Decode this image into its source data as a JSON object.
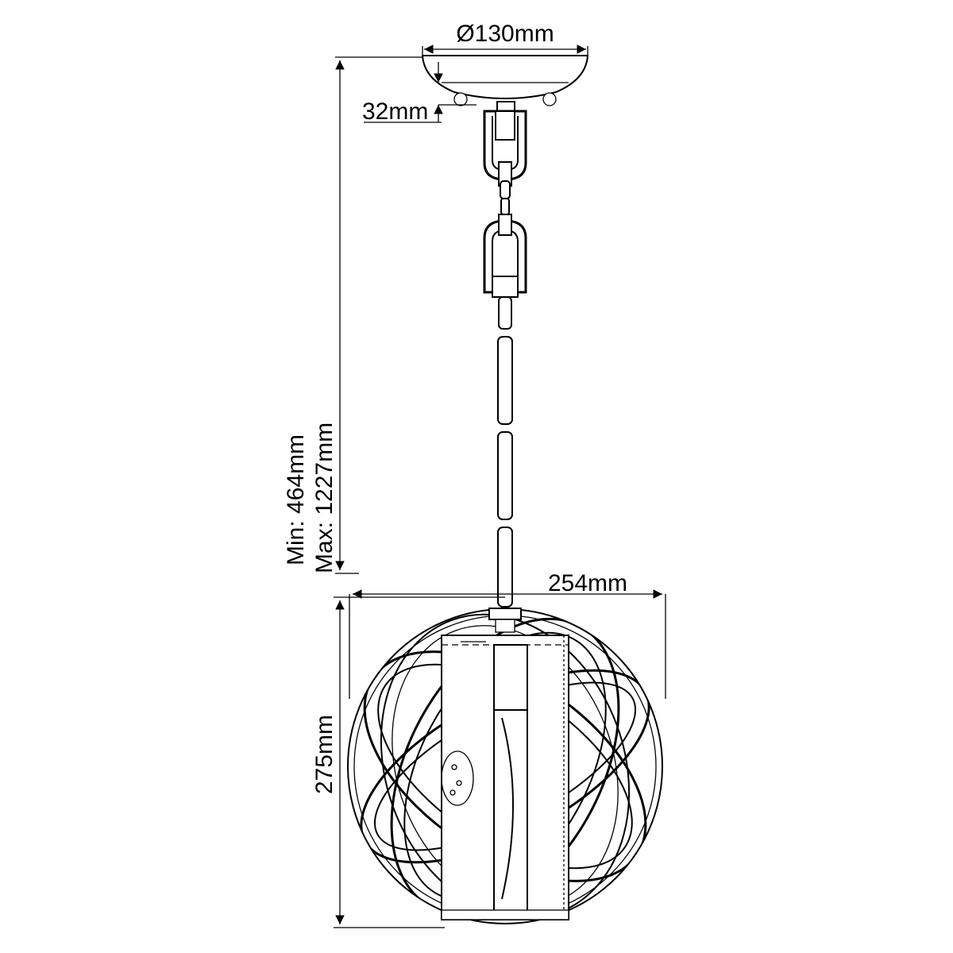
{
  "dimensions": {
    "canopy_diameter": "Ø130mm",
    "canopy_height": "32mm",
    "min_drop": "Min: 464mm",
    "max_drop": "Max: 1227mm",
    "shade_width": "254mm",
    "shade_height": "275mm"
  }
}
